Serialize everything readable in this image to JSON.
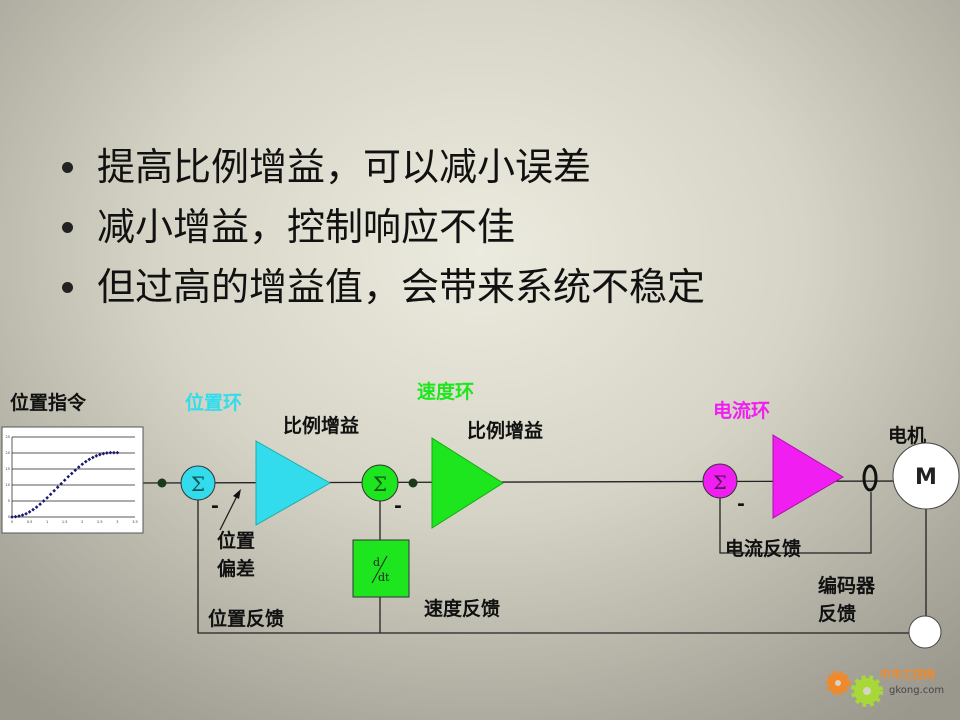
{
  "bullets": [
    "提高比例增益，可以减小误差",
    "减小增益，控制响应不佳",
    "但过高的增益值，会带来系统不稳定"
  ],
  "diagram": {
    "position_command": "位置指令",
    "position_loop": "位置环",
    "velocity_loop": "速度环",
    "current_loop": "电流环",
    "gain_1": "比例增益",
    "gain_2": "比例增益",
    "sum_symbol": "Σ",
    "minus": "-",
    "position_error_1": "位置",
    "position_error_2": "偏差",
    "position_feedback": "位置反馈",
    "velocity_feedback": "速度反馈",
    "current_feedback": "电流反馈",
    "derivative_num": "d",
    "derivative_den": "dt",
    "motor_label": "电机",
    "motor_symbol": "M",
    "encoder_feedback_1": "编码器",
    "encoder_feedback_2": "反馈",
    "colors": {
      "position": "#33dcec",
      "velocity": "#1ee61e",
      "current": "#f01ef0"
    }
  },
  "logo": {
    "cn": "中华工控网",
    "en": "gkong.com"
  },
  "chart_data": {
    "type": "scatter",
    "title": "",
    "xlabel": "",
    "ylabel": "",
    "xlim": [
      0,
      3.5
    ],
    "ylim": [
      0,
      25
    ],
    "x_ticks": [
      "0",
      "0.5",
      "1",
      "1.5",
      "2",
      "2.5",
      "3",
      "3.5"
    ],
    "y_ticks": [
      "0",
      "5",
      "10",
      "15",
      "20",
      "25"
    ],
    "grid": true,
    "x": [
      0,
      0.1,
      0.2,
      0.3,
      0.4,
      0.5,
      0.6,
      0.7,
      0.8,
      0.9,
      1.0,
      1.1,
      1.2,
      1.3,
      1.4,
      1.5,
      1.6,
      1.7,
      1.8,
      1.9,
      2.0,
      2.1,
      2.2,
      2.3,
      2.4,
      2.5,
      2.6,
      2.7,
      2.8,
      2.9,
      3.0
    ],
    "y": [
      0,
      0.1,
      0.3,
      0.6,
      1.0,
      1.6,
      2.3,
      3.1,
      4.0,
      5.0,
      6.0,
      7.1,
      8.2,
      9.3,
      10.4,
      11.5,
      12.6,
      13.6,
      14.6,
      15.6,
      16.5,
      17.3,
      18.0,
      18.6,
      19.1,
      19.5,
      19.8,
      20.0,
      20.1,
      20.1,
      20.1
    ]
  }
}
